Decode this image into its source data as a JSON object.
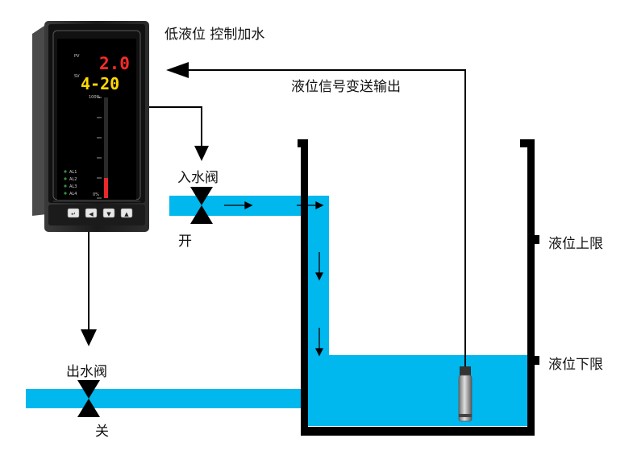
{
  "title": "低液位 控制加水",
  "signal_label": "液位信号变送输出",
  "inlet_valve": {
    "label": "入水阀",
    "state": "开"
  },
  "outlet_valve": {
    "label": "出水阀",
    "state": "关"
  },
  "level_upper_label": "液位上限",
  "level_lower_label": "液位下限",
  "controller": {
    "pv_tag": "PV",
    "pv_value": "2.0",
    "sv_tag": "SV",
    "sv_value": "4-20",
    "bar_top_label": "100%",
    "bar_bottom_label": "0%",
    "bar_fill_fraction": 0.2,
    "alarms": [
      "AL1",
      "AL2",
      "AL3",
      "AL4"
    ],
    "buttons": [
      "↵",
      "◀",
      "▼",
      "▲"
    ]
  },
  "colors": {
    "water": "#00b7ee",
    "pv_red": "#ff2a2a",
    "sv_yellow": "#ffd800",
    "bar_red": "#e8282c",
    "tank_black": "#000000"
  }
}
